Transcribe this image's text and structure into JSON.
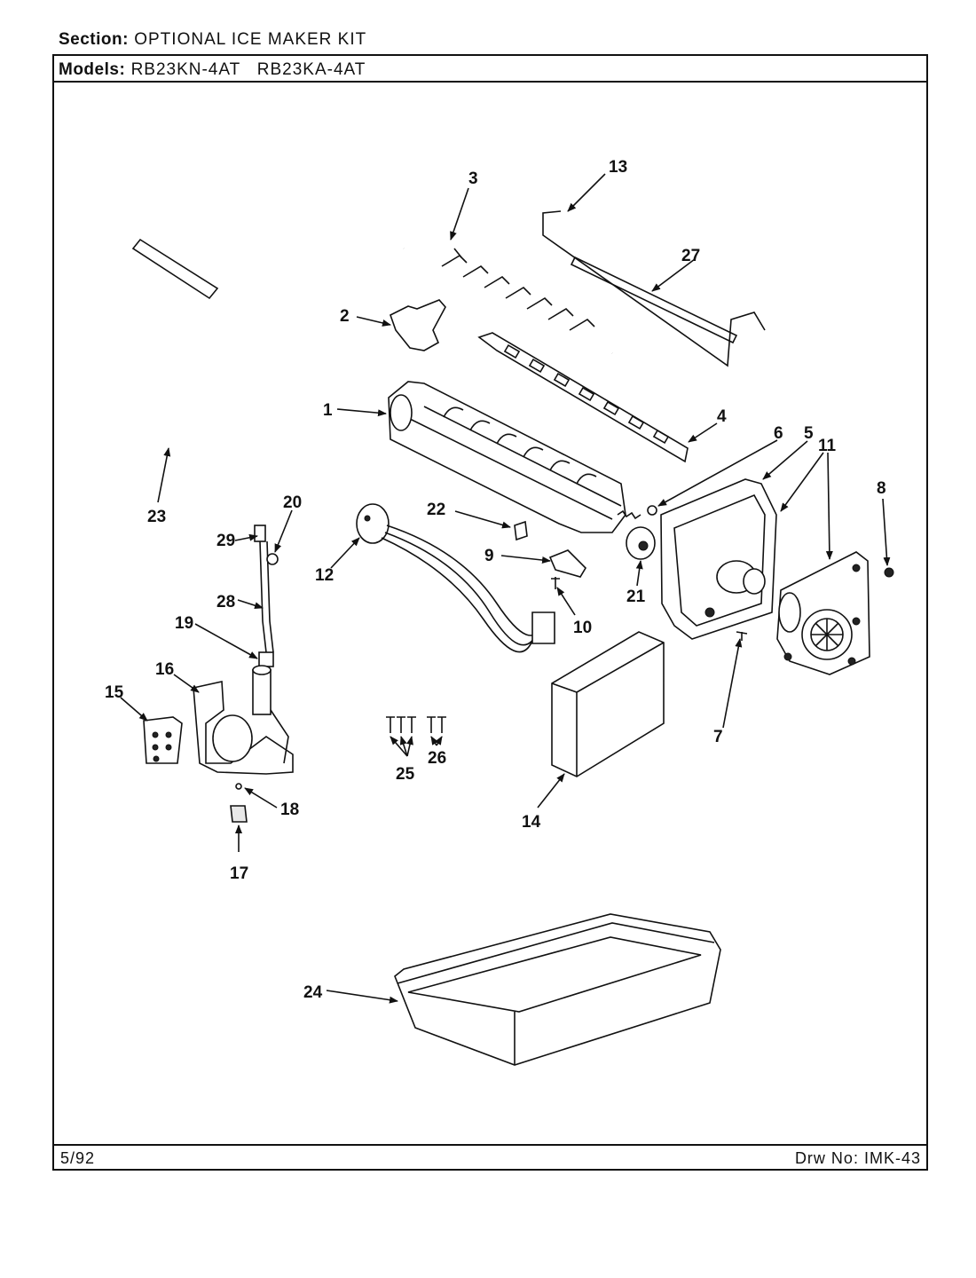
{
  "header": {
    "section_label": "Section:",
    "section_value": "OPTIONAL ICE MAKER KIT",
    "models_label": "Models:",
    "models_value": "RB23KN-4AT   RB23KA-4AT"
  },
  "footer": {
    "date": "5/92",
    "drawing_label": "Drw No:",
    "drawing_number": "IMK-43"
  },
  "callouts": [
    "1",
    "2",
    "3",
    "4",
    "5",
    "6",
    "7",
    "8",
    "9",
    "10",
    "11",
    "12",
    "13",
    "14",
    "15",
    "16",
    "17",
    "18",
    "19",
    "20",
    "21",
    "22",
    "23",
    "24",
    "25",
    "26",
    "27",
    "28",
    "29"
  ]
}
